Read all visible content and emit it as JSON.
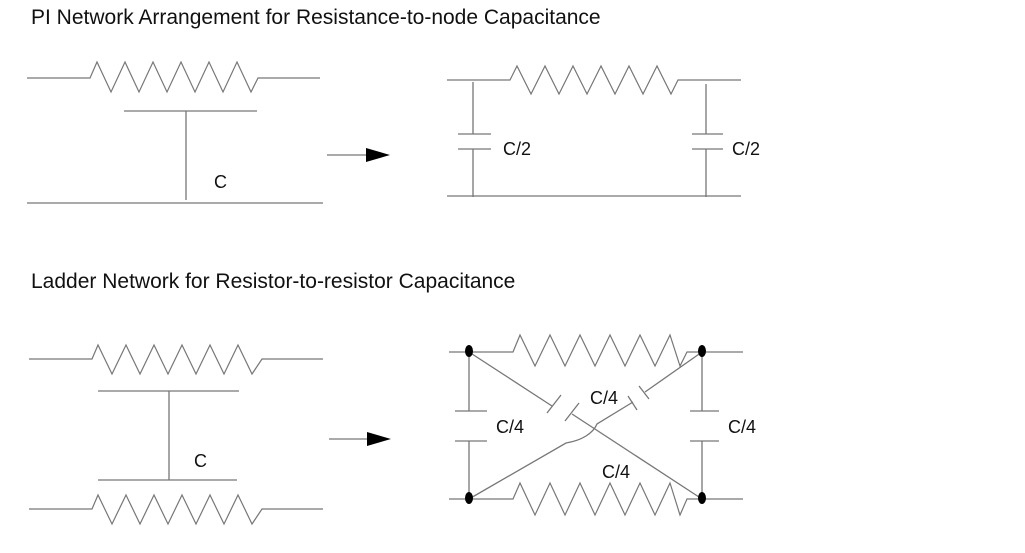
{
  "sections": {
    "pi": {
      "title": "PI Network Arrangement for Resistance-to-node Capacitance",
      "left_label": "C",
      "right_labels": [
        "C/2",
        "C/2"
      ]
    },
    "ladder": {
      "title": "Ladder Network for Resistor-to-resistor Capacitance",
      "left_label": "C",
      "right_labels": [
        "C/4",
        "C/4",
        "C/4",
        "C/4"
      ]
    }
  },
  "colors": {
    "wire": "#777777",
    "text": "#111111",
    "node": "#000000"
  }
}
